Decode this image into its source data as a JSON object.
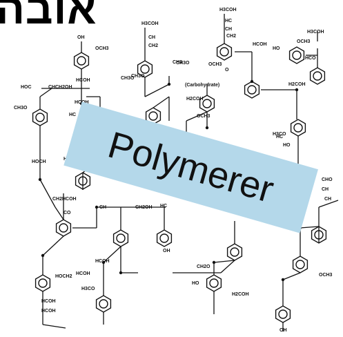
{
  "heading_fragment": "אובה",
  "banner": {
    "text": "Polymerer",
    "color": "#b4d8ea"
  },
  "structure_labels": [
    "H3COH",
    "H3COH",
    "H3COH",
    "HC",
    "CH",
    "CH",
    "CH2",
    "CH2",
    "OH",
    "OCH3",
    "OCH3",
    "OCH3",
    "CH3O",
    "CH3O",
    "CH3O",
    "HOC",
    "CH",
    "CH2OH",
    "HCOH",
    "HCOH",
    "HCOH",
    "HC",
    "(Carbohydrate)",
    "HO",
    "HO",
    "HC",
    "CH3",
    "CH3O",
    "OCH3",
    "H2COH",
    "H2COH",
    "HOCH",
    "HOCH3",
    "CO",
    "HCOH",
    "H3CO",
    "OH",
    "O",
    "HC",
    "CH",
    "CH2OH",
    "CH2O",
    "CH2",
    "HCOH",
    "H2COH",
    "H3CO",
    "HCOH",
    "HOCH2",
    "HCOH",
    "HCOH",
    "OCH3",
    "OH",
    "CHO",
    "CH",
    "CH",
    "HO",
    "HCO"
  ]
}
